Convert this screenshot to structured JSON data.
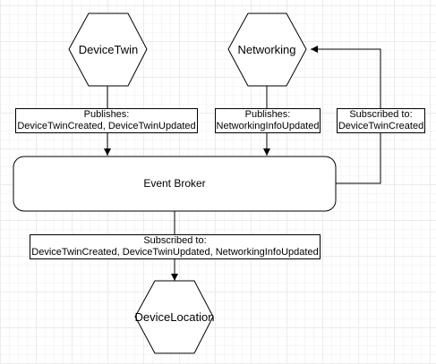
{
  "nodes": {
    "device_twin": {
      "label": "DeviceTwin"
    },
    "networking": {
      "label": "Networking"
    },
    "event_broker": {
      "label": "Event Broker"
    },
    "device_location": {
      "label": "DeviceLocation"
    }
  },
  "edge_labels": {
    "device_twin_publishes": {
      "line1": "Publishes:",
      "line2": "DeviceTwinCreated, DeviceTwinUpdated"
    },
    "networking_publishes": {
      "line1": "Publishes:",
      "line2": "NetworkingInfoUpdated"
    },
    "networking_subscribed": {
      "line1": "Subscribed to:",
      "line2": "DeviceTwinCreated"
    },
    "device_location_subscribed": {
      "line1": "Subscribed to:",
      "line2": "DeviceTwinCreated, DeviceTwinUpdated, NetworkingInfoUpdated"
    }
  },
  "colors": {
    "node_fill": "#ffffff",
    "stroke": "#000000",
    "background": "#ffffff",
    "grid": "#ebebeb"
  }
}
